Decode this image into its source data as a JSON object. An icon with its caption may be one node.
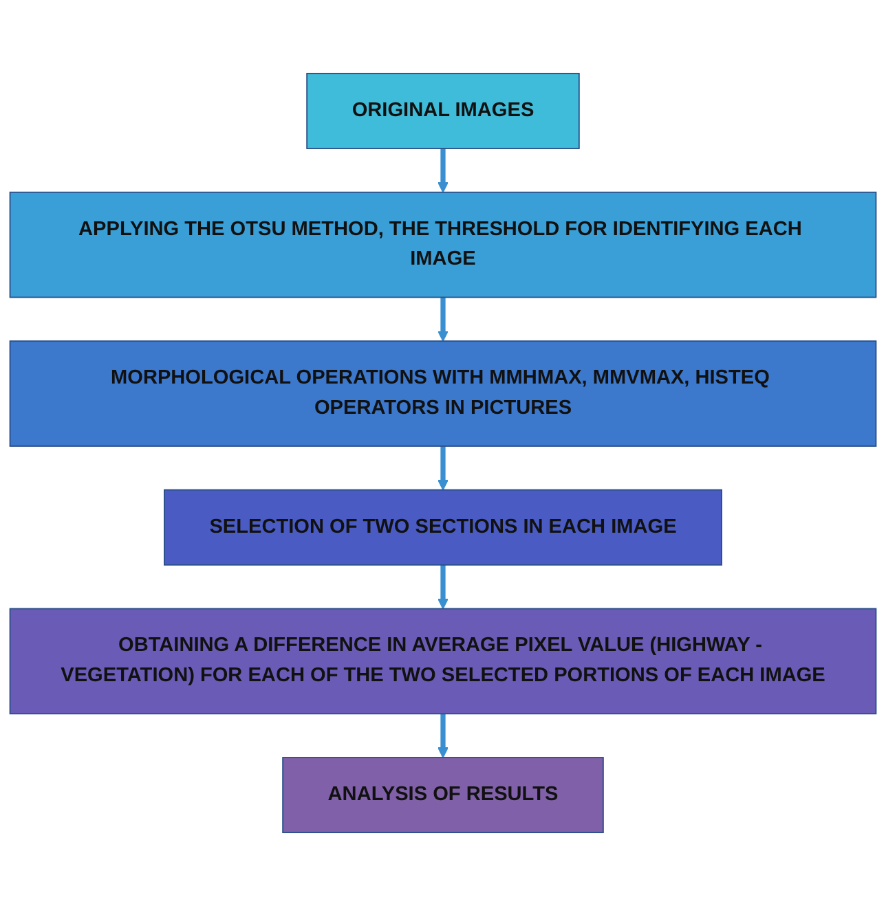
{
  "diagram": {
    "nodes": [
      {
        "text": [
          "ORIGINAL IMAGES"
        ]
      },
      {
        "text": [
          "APPLYING THE OTSU METHOD, THE THRESHOLD FOR IDENTIFYING EACH IMAGE"
        ]
      },
      {
        "text": [
          "MORPHOLOGICAL OPERATIONS WITH MMHMAX, MMVMAX, HISTEQ OPERATORS IN PICTURES"
        ]
      },
      {
        "text": [
          "SELECTION OF TWO SECTIONS IN EACH IMAGE"
        ]
      },
      {
        "text": [
          "OBTAINING A DIFFERENCE IN AVERAGE PIXEL VALUE (HIGHWAY - VEGETATION) FOR EACH OF THE TWO SELECTED PORTIONS OF EACH IMAGE"
        ]
      },
      {
        "text": [
          "ANALYSIS OF RESULTS"
        ]
      }
    ],
    "edges": [
      {
        "from": 0,
        "to": 1,
        "arrow": "to"
      },
      {
        "from": 1,
        "to": 2,
        "arrow": "to"
      },
      {
        "from": 2,
        "to": 3,
        "arrow": "to"
      },
      {
        "from": 3,
        "to": 4,
        "arrow": "to"
      },
      {
        "from": 4,
        "to": 5,
        "arrow": "to"
      }
    ]
  }
}
